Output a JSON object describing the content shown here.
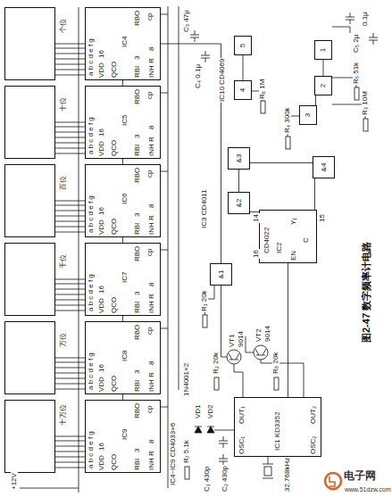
{
  "diagram": {
    "caption": "图2-47 数字频率计电路",
    "nodes": [
      {
        "text": [
          "个位"
        ]
      },
      {
        "text": [
          "十位"
        ]
      },
      {
        "text": [
          "百位"
        ]
      },
      {
        "text": [
          "千位"
        ]
      },
      {
        "text": [
          "万位"
        ]
      },
      {
        "text": [
          "十万位"
        ]
      },
      {
        "text": [
          "IC4",
          "VDD",
          "a b c d e f g",
          "QCO",
          "cp",
          "RBO",
          "RBI",
          "INH R",
          "16",
          "3",
          "8"
        ]
      },
      {
        "text": [
          "IC5",
          "VDD",
          "a b c d e f g",
          "QCO",
          "cp",
          "RBO",
          "RBI",
          "INH R",
          "16",
          "3",
          "8"
        ]
      },
      {
        "text": [
          "IC6",
          "VDD",
          "a b c d e f g",
          "QCO",
          "cp",
          "RBO",
          "RBI",
          "INH R",
          "16",
          "3",
          "8"
        ]
      },
      {
        "text": [
          "IC7",
          "VDD",
          "a b c d e f g",
          "QCO",
          "cp",
          "RBO",
          "RBI",
          "INH R",
          "16",
          "3",
          "8"
        ]
      },
      {
        "text": [
          "IC8",
          "VDD",
          "a b c d e f g",
          "QCO",
          "cp",
          "RBO",
          "RBI",
          "INH R",
          "16",
          "3",
          "8"
        ]
      },
      {
        "text": [
          "IC9",
          "VDD",
          "a b c d e f g",
          "QCO",
          "cp",
          "RBO",
          "RBI",
          "INH R",
          "16",
          "3",
          "8"
        ]
      },
      {
        "text": [
          "5"
        ]
      },
      {
        "text": [
          "4"
        ]
      },
      {
        "text": [
          "1"
        ]
      },
      {
        "text": [
          "2"
        ]
      },
      {
        "text": [
          "3"
        ]
      },
      {
        "text": [
          "&3"
        ]
      },
      {
        "text": [
          "&4"
        ]
      },
      {
        "text": [
          "&2"
        ]
      },
      {
        "text": [
          "&1"
        ]
      },
      {
        "text": [
          "CD4022",
          "IC2",
          "EN",
          "C",
          "Y₁"
        ]
      },
      {
        "text": [
          "OSC₁",
          "OUT₁",
          "OUT₂",
          "OSC₂",
          "IC1 KD3352"
        ]
      }
    ],
    "edges": [
      {
        "from": 6,
        "to": 0,
        "arrow": "none"
      },
      {
        "from": 7,
        "to": 1,
        "arrow": "none"
      },
      {
        "from": 8,
        "to": 2,
        "arrow": "none"
      },
      {
        "from": 9,
        "to": 3,
        "arrow": "none"
      },
      {
        "from": 10,
        "to": 4,
        "arrow": "none"
      },
      {
        "from": 11,
        "to": 5,
        "arrow": "none"
      },
      {
        "from": 6,
        "to": 7,
        "arrow": "none"
      },
      {
        "from": 7,
        "to": 8,
        "arrow": "none"
      },
      {
        "from": 8,
        "to": 9,
        "arrow": "none"
      },
      {
        "from": 9,
        "to": 10,
        "arrow": "none"
      },
      {
        "from": 10,
        "to": 11,
        "arrow": "none"
      },
      {
        "from": 20,
        "to": 6,
        "arrow": "none"
      },
      {
        "from": 21,
        "to": 19,
        "arrow": "none"
      },
      {
        "from": 19,
        "to": 17,
        "arrow": "none"
      },
      {
        "from": 18,
        "to": 17,
        "arrow": "none"
      },
      {
        "from": 21,
        "to": 18,
        "arrow": "none"
      },
      {
        "from": 22,
        "to": 21,
        "arrow": "none"
      },
      {
        "from": 14,
        "to": 15,
        "arrow": "none"
      },
      {
        "from": 15,
        "to": 16,
        "arrow": "none"
      },
      {
        "from": 12,
        "to": 13,
        "arrow": "none"
      }
    ],
    "labels": [
      "+12V",
      "IC4~IC9 CD4033×6",
      "C₃ 47μ",
      "C₄ 0.1μ",
      "IC10 CD4069",
      "R₆ 1M",
      "0.1μ",
      "C₅ 2μ",
      "R₅ 51k",
      "R₃ 10M",
      "R₄ 300k",
      "IC3 CD4011",
      "14",
      "16",
      "15",
      "VT1",
      "9014",
      "VT2",
      "9014",
      "R₁ 20k",
      "R₂ 20k",
      "R₈ 20k",
      "1N4001×2",
      "VD1",
      "VD2",
      "R₇ 5.1k",
      "C₁ 430p",
      "C₂ 430p",
      "32.768kHz",
      "图2-47 数字频率计电路",
      "电子网",
      "www.51dzw.com"
    ]
  }
}
